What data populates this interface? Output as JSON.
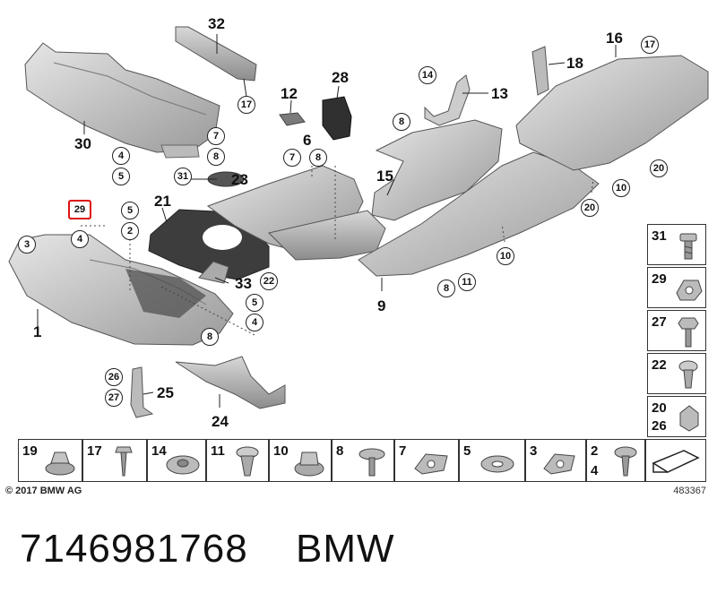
{
  "callouts": {
    "c1": "1",
    "c9": "9",
    "c12": "12",
    "c13": "13",
    "c15": "15",
    "c16": "16",
    "c18": "18",
    "c21": "21",
    "c23": "23",
    "c24": "24",
    "c25": "25",
    "c28": "28",
    "c30": "30",
    "c32": "32",
    "c33": "33",
    "c6": "6"
  },
  "circles": {
    "a17": "17",
    "b17": "17",
    "a14": "14",
    "a8": "8",
    "b8": "8",
    "c8": "8",
    "d8": "8",
    "e8": "8",
    "a7": "7",
    "b7": "7",
    "a4": "4",
    "b4": "4",
    "c4": "4",
    "a5": "5",
    "b5": "5",
    "c5": "5",
    "a2": "2",
    "a3": "3",
    "a29": "29",
    "a31": "31",
    "a20": "20",
    "b20": "20",
    "a10": "10",
    "b10": "10",
    "a11": "11",
    "a22": "22",
    "a26": "26",
    "a27": "27"
  },
  "side_legend": [
    {
      "num": "31",
      "icon": "clip-screw-icon"
    },
    {
      "num": "29",
      "icon": "spring-nut-icon"
    },
    {
      "num": "27",
      "icon": "hex-screw-icon"
    },
    {
      "num": "22",
      "icon": "expanding-rivet-icon"
    },
    {
      "num": "20",
      "num2": "26",
      "icon": "hex-nut-icon"
    }
  ],
  "bottom_legend": [
    {
      "num": "19",
      "icon": "collar-nut-icon"
    },
    {
      "num": "17",
      "icon": "self-tapping-screw-icon"
    },
    {
      "num": "14",
      "icon": "washer-nut-icon"
    },
    {
      "num": "11",
      "icon": "plastic-rivet-icon"
    },
    {
      "num": "10",
      "icon": "flange-nut-icon"
    },
    {
      "num": "8",
      "icon": "washer-screw-icon"
    },
    {
      "num": "7",
      "icon": "clip-nut-icon"
    },
    {
      "num": "5",
      "icon": "flat-washer-icon"
    },
    {
      "num": "3",
      "icon": "spring-clip-icon"
    },
    {
      "num": "2",
      "num2": "4",
      "icon": "torx-screw-icon"
    }
  ],
  "copyright": "© 2017 BMW AG",
  "diagram_id": "483367",
  "part_number": "7146981768",
  "brand": "BMW"
}
